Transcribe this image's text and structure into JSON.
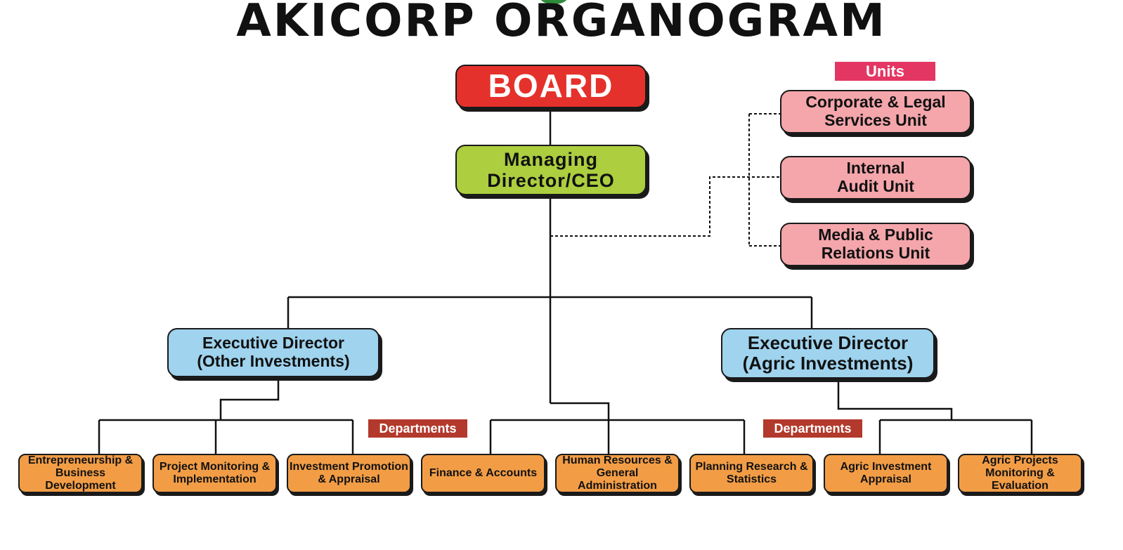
{
  "title": "AKICORP ORGANOGRAM",
  "board": "BOARD",
  "managing_director": "Managing\nDirector/CEO",
  "units_label": "Units",
  "units": [
    "Corporate & Legal\nServices Unit",
    "Internal\nAudit Unit",
    "Media & Public\nRelations Unit"
  ],
  "executive_directors": [
    "Executive Director\n(Other Investments)",
    "Executive Director\n(Agric Investments)"
  ],
  "departments_label": "Departments",
  "departments": [
    "Entrepreneurship &\nBusiness Development",
    "Project Monitoring &\nImplementation",
    "Investment Promotion\n& Appraisal",
    "Finance & Accounts",
    "Human Resources &\nGeneral Administration",
    "Planning Research &\nStatistics",
    "Agric Investment\nAppraisal",
    "Agric Projects\nMonitoring & Evaluation"
  ],
  "colors": {
    "board": "#e5312b",
    "managing_director": "#acce3f",
    "units": "#f4a6ab",
    "units_tag": "#e43663",
    "executive_directors": "#9fd3ee",
    "departments": "#f29d46",
    "departments_tag": "#b2392b"
  }
}
